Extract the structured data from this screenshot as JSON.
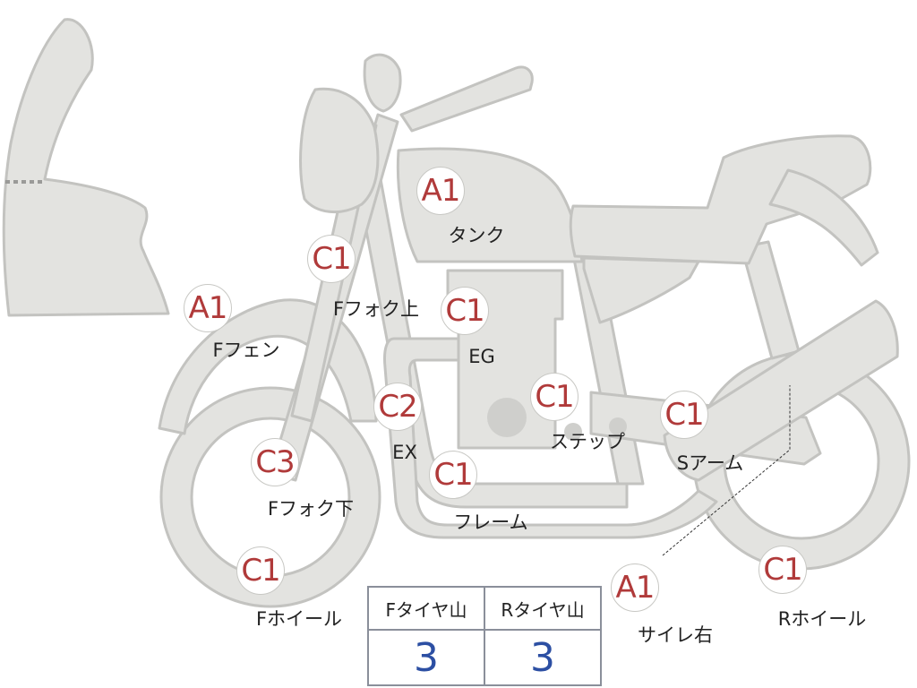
{
  "parts": [
    {
      "key": "tank",
      "grade": "A1",
      "label": "タンク"
    },
    {
      "key": "front-fork-upper",
      "grade": "C1",
      "label": "Fフォク上"
    },
    {
      "key": "front-fender",
      "grade": "A1",
      "label": "Fフェン"
    },
    {
      "key": "engine",
      "grade": "C1",
      "label": "EG"
    },
    {
      "key": "exhaust",
      "grade": "C2",
      "label": "EX"
    },
    {
      "key": "step",
      "grade": "C1",
      "label": "ステップ"
    },
    {
      "key": "swing-arm",
      "grade": "C1",
      "label": "Sアーム"
    },
    {
      "key": "front-fork-lower",
      "grade": "C3",
      "label": "Fフォク下"
    },
    {
      "key": "frame",
      "grade": "C1",
      "label": "フレーム"
    },
    {
      "key": "front-wheel",
      "grade": "C1",
      "label": "Fホイール"
    },
    {
      "key": "muffler-right",
      "grade": "A1",
      "label": "サイレ右"
    },
    {
      "key": "rear-wheel",
      "grade": "C1",
      "label": "Rホイール"
    }
  ],
  "tread_table": {
    "front_header": "Fタイヤ山",
    "rear_header": "Rタイヤ山",
    "front_value": "3",
    "rear_value": "3"
  },
  "colors": {
    "grade_text": "#b03a3a",
    "tread_value": "#2c4fa3",
    "bike_fill": "#e3e3e0",
    "bike_outline": "#c3c3c0"
  }
}
